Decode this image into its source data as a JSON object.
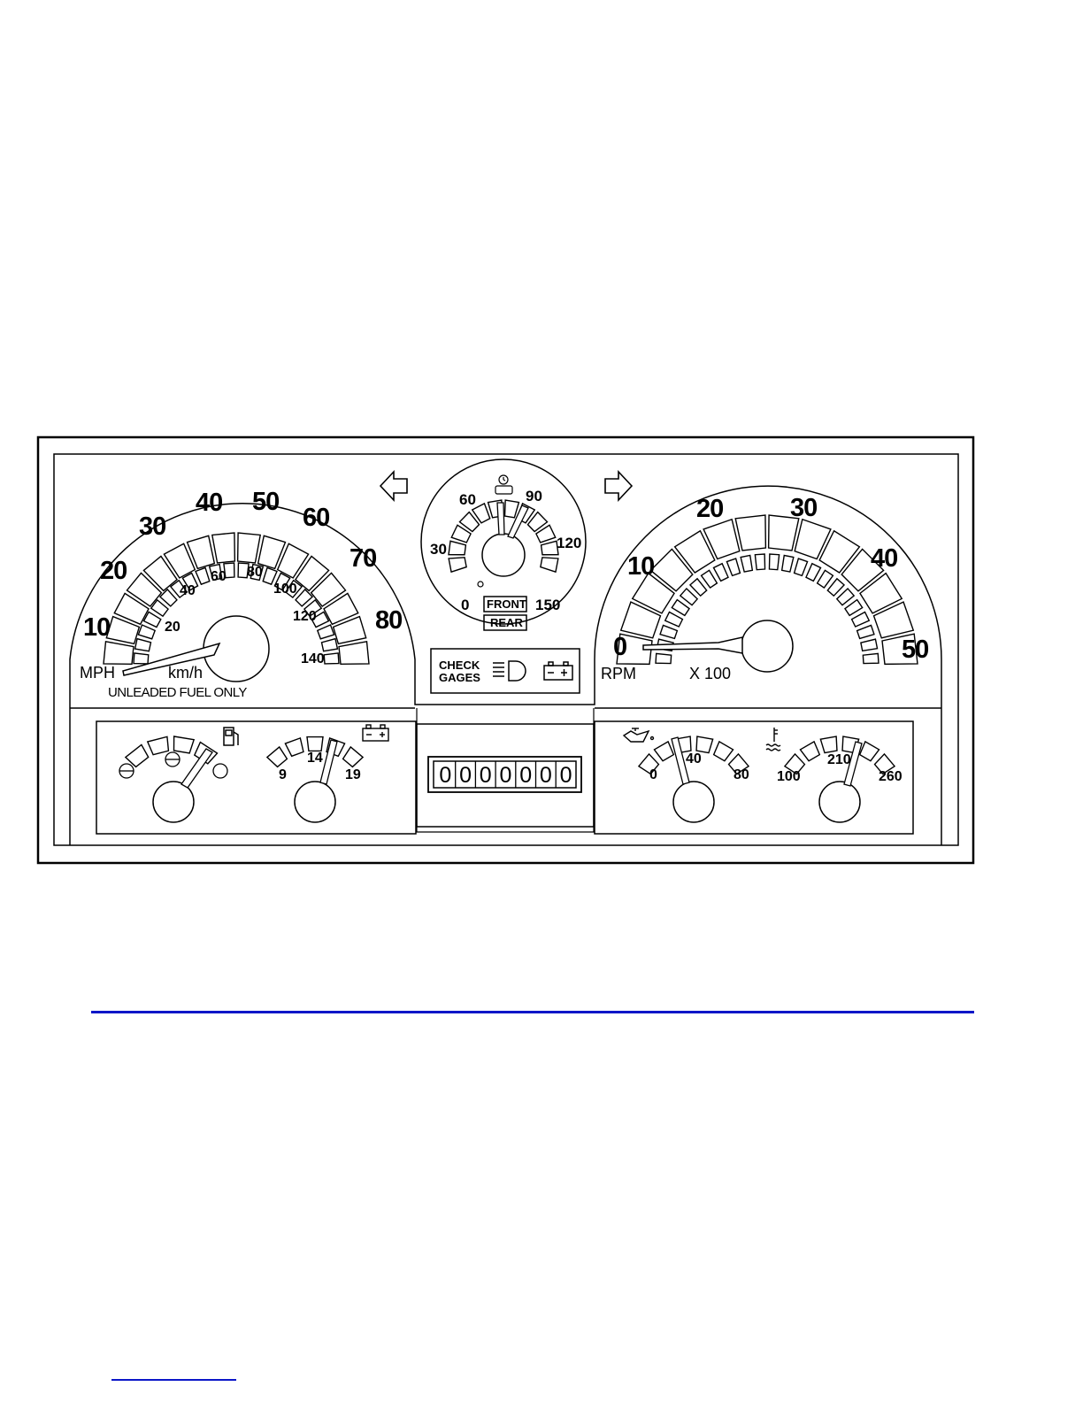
{
  "speedometer": {
    "mph_labels": [
      "10",
      "20",
      "30",
      "40",
      "50",
      "60",
      "70",
      "80"
    ],
    "kmh_labels": [
      "20",
      "40",
      "60",
      "80",
      "100",
      "120",
      "140"
    ],
    "unit_mph": "MPH",
    "unit_kmh": "km/h",
    "fuel_note": "UNLEADED FUEL ONLY"
  },
  "tachometer": {
    "labels": [
      "0",
      "10",
      "20",
      "30",
      "40",
      "50"
    ],
    "unit": "RPM",
    "multiplier": "X 100"
  },
  "air_pressure_gauge": {
    "labels": [
      "0",
      "30",
      "60",
      "90",
      "120",
      "150"
    ],
    "front_label": "FRONT",
    "rear_label": "REAR"
  },
  "warning_panel": {
    "check_gages_line1": "CHECK",
    "check_gages_line2": "GAGES"
  },
  "voltmeter": {
    "labels": [
      "9",
      "14",
      "19"
    ]
  },
  "odometer": {
    "digits": [
      "0",
      "0",
      "0",
      "0",
      "0",
      "0",
      "0"
    ]
  },
  "oil_pressure_gauge": {
    "labels": [
      "0",
      "40",
      "80"
    ]
  },
  "coolant_temp_gauge": {
    "labels": [
      "100",
      "210",
      "260"
    ]
  },
  "icons": [
    "turn-left-arrow-icon",
    "turn-right-arrow-icon",
    "fuel-pump-icon",
    "battery-icon",
    "oil-can-icon",
    "coolant-temperature-icon",
    "headlamp-icon",
    "clock-icon",
    "fuel-empty-icon",
    "fuel-half-icon",
    "fuel-full-icon"
  ],
  "colors": {
    "line": "#000000",
    "accent_rule": "#0b16c8"
  }
}
